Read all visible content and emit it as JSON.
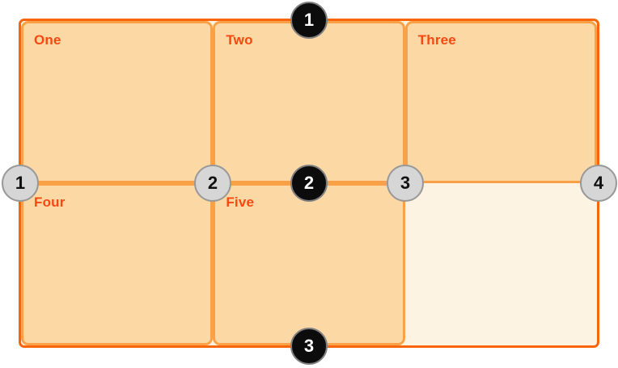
{
  "diagram": {
    "cells": [
      {
        "label": "One",
        "filled": true
      },
      {
        "label": "Two",
        "filled": true
      },
      {
        "label": "Three",
        "filled": true
      },
      {
        "label": "Four",
        "filled": true
      },
      {
        "label": "Five",
        "filled": true
      },
      {
        "label": "",
        "filled": false
      }
    ],
    "row_line_markers": [
      {
        "number": "1"
      },
      {
        "number": "2"
      },
      {
        "number": "3"
      }
    ],
    "column_line_markers": [
      {
        "number": "1"
      },
      {
        "number": "2"
      },
      {
        "number": "3"
      },
      {
        "number": "4"
      }
    ],
    "colors": {
      "container_border": "#F8650A",
      "container_background": "#FDF3E3",
      "cell_fill": "#FCD8A5",
      "cell_border": "#FAA148",
      "label_text": "#F9480F",
      "row_marker_fill": "#0C0C0C",
      "row_marker_ring": "#808080",
      "row_marker_text": "#FFFFFF",
      "column_marker_fill": "#D6D6D6",
      "column_marker_ring": "#999999",
      "column_marker_text": "#111111"
    }
  }
}
